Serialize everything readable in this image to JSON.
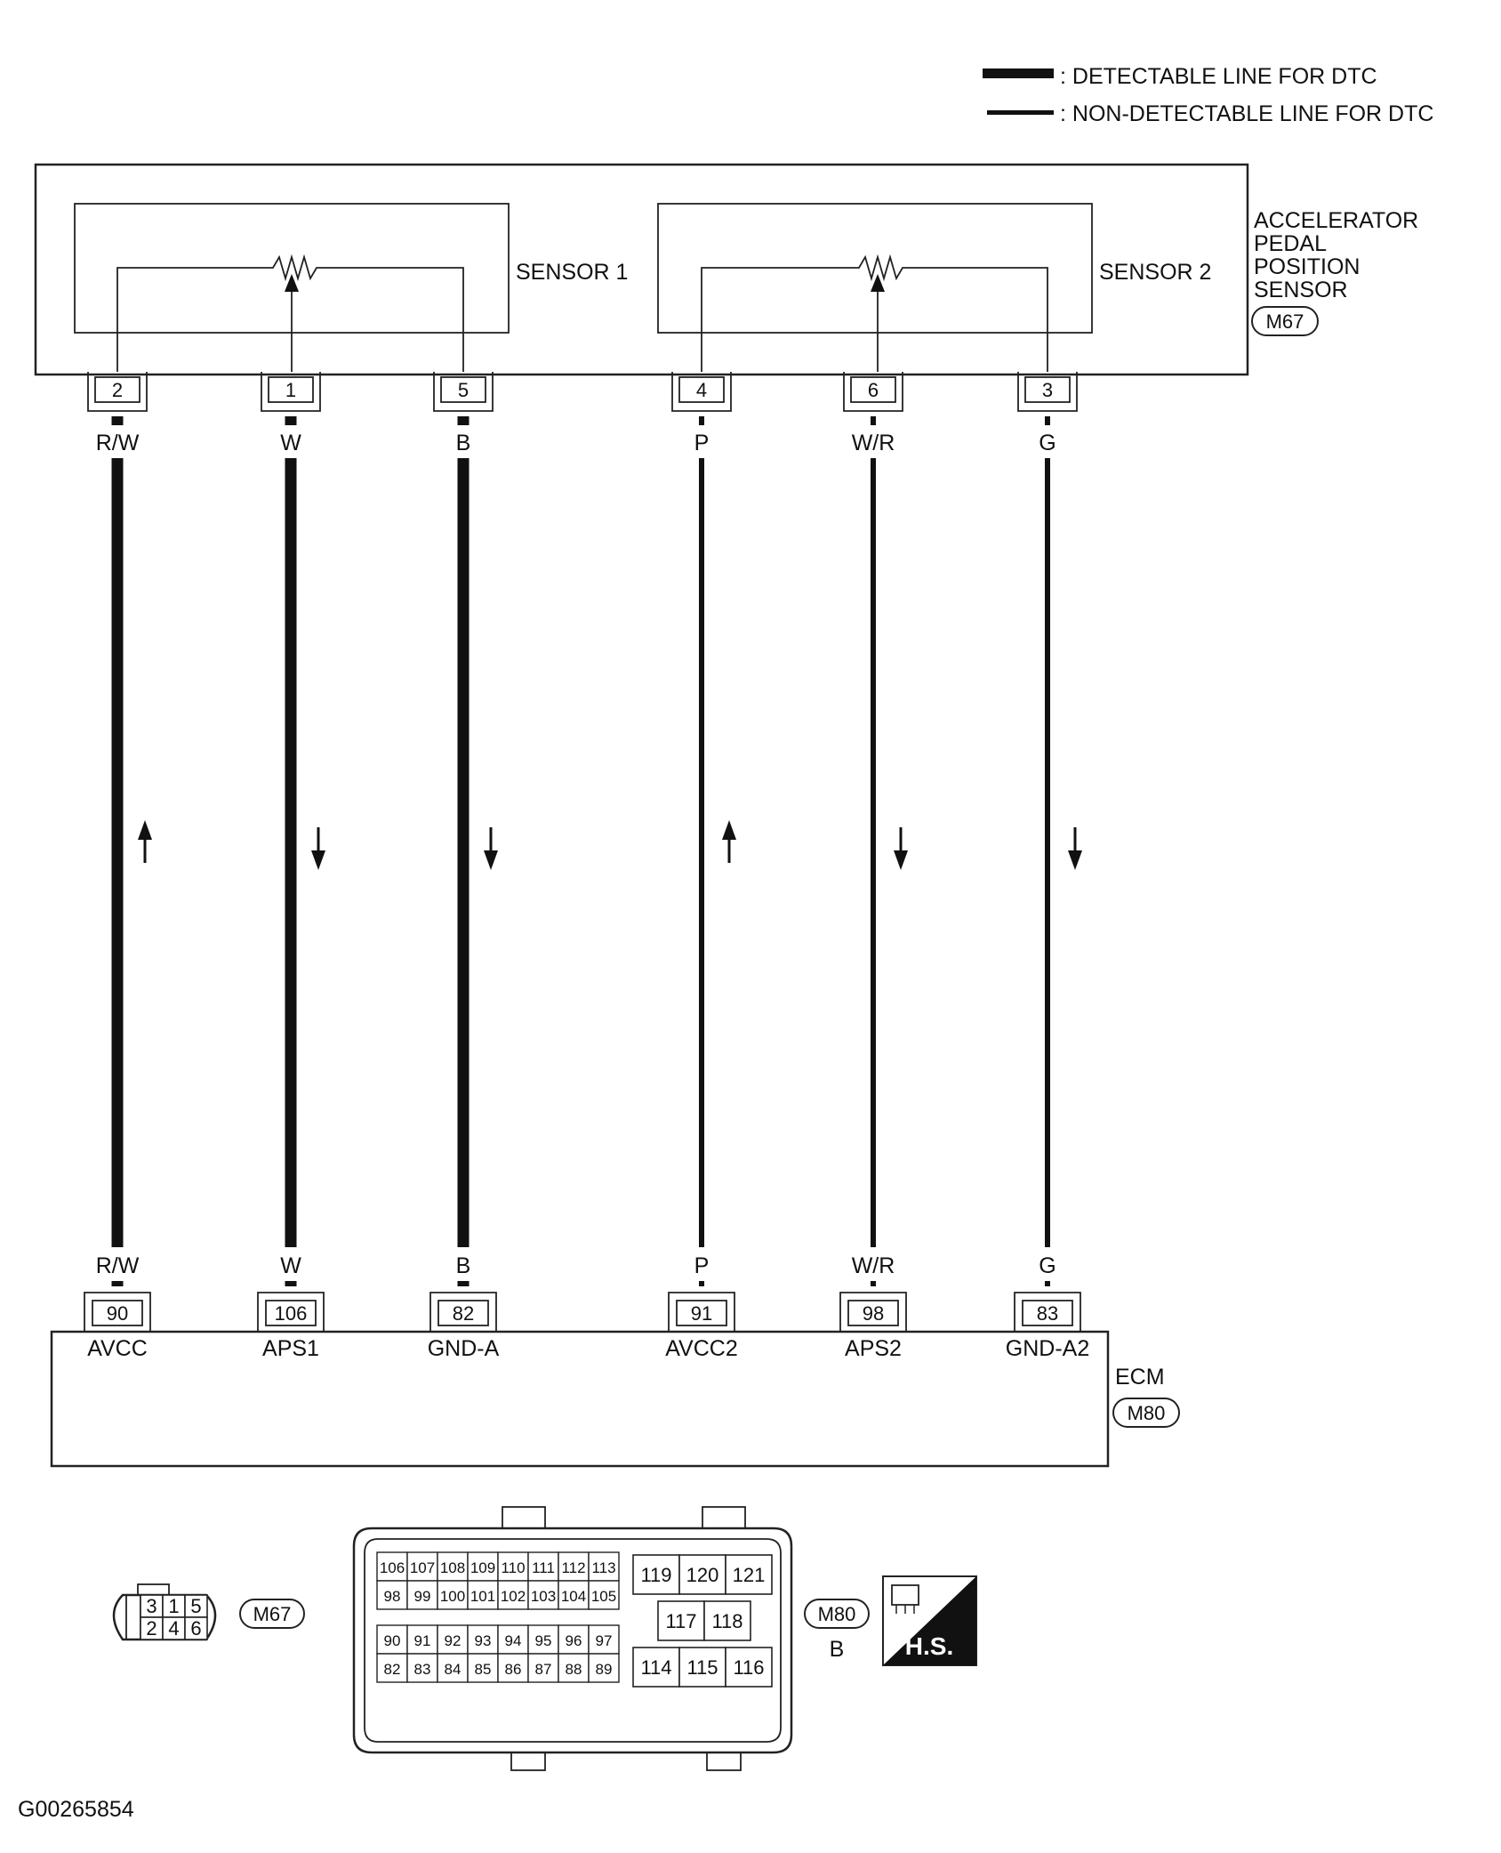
{
  "legend": {
    "detectable": ": DETECTABLE LINE FOR DTC",
    "non_detectable": ": NON-DETECTABLE LINE FOR DTC"
  },
  "sensor": {
    "name_lines": [
      "ACCELERATOR",
      "PEDAL",
      "POSITION",
      "SENSOR"
    ],
    "connector_id": "M67",
    "sensor1_label": "SENSOR 1",
    "sensor2_label": "SENSOR 2"
  },
  "ecm": {
    "name": "ECM",
    "connector_id": "M80"
  },
  "wires": [
    {
      "sensor_pin": "2",
      "color": "R/W",
      "ecm_pin": "90",
      "terminal": "AVCC",
      "detectable": true,
      "flow": "up"
    },
    {
      "sensor_pin": "1",
      "color": "W",
      "ecm_pin": "106",
      "terminal": "APS1",
      "detectable": true,
      "flow": "down"
    },
    {
      "sensor_pin": "5",
      "color": "B",
      "ecm_pin": "82",
      "terminal": "GND-A",
      "detectable": true,
      "flow": "down"
    },
    {
      "sensor_pin": "4",
      "color": "P",
      "ecm_pin": "91",
      "terminal": "AVCC2",
      "detectable": false,
      "flow": "up"
    },
    {
      "sensor_pin": "6",
      "color": "W/R",
      "ecm_pin": "98",
      "terminal": "APS2",
      "detectable": false,
      "flow": "down"
    },
    {
      "sensor_pin": "3",
      "color": "G",
      "ecm_pin": "83",
      "terminal": "GND-A2",
      "detectable": false,
      "flow": "down"
    }
  ],
  "m67_face": {
    "label": "M67",
    "top": [
      "3",
      "1",
      "5"
    ],
    "bottom": [
      "2",
      "4",
      "6"
    ]
  },
  "m80_face": {
    "label": "M80",
    "sublabel": "B",
    "left_rows": [
      [
        "106",
        "107",
        "108",
        "109",
        "110",
        "111",
        "112",
        "113"
      ],
      [
        "98",
        "99",
        "100",
        "101",
        "102",
        "103",
        "104",
        "105"
      ],
      [
        "90",
        "91",
        "92",
        "93",
        "94",
        "95",
        "96",
        "97"
      ],
      [
        "82",
        "83",
        "84",
        "85",
        "86",
        "87",
        "88",
        "89"
      ]
    ],
    "right_top": [
      "119",
      "120",
      "121"
    ],
    "right_mid": [
      "117",
      "118"
    ],
    "right_bottom": [
      "114",
      "115",
      "116"
    ]
  },
  "hs_badge": "H.S.",
  "figure_code": "G00265854"
}
